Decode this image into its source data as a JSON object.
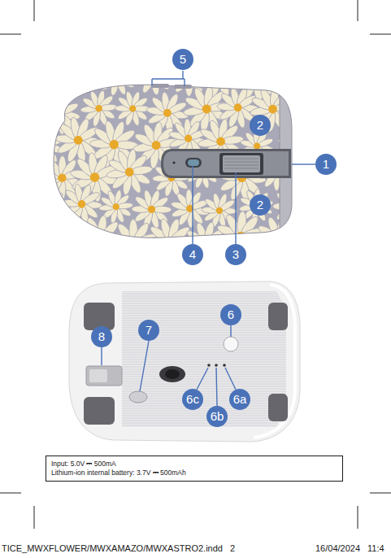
{
  "diagram": {
    "nodes": [
      {
        "text": [
          "5"
        ]
      },
      {
        "text": [
          "2"
        ]
      },
      {
        "text": [
          "1"
        ]
      },
      {
        "text": [
          "2"
        ]
      },
      {
        "text": [
          "4"
        ]
      },
      {
        "text": [
          "3"
        ]
      },
      {
        "text": [
          "6"
        ]
      },
      {
        "text": [
          "8"
        ]
      },
      {
        "text": [
          "7"
        ]
      },
      {
        "text": [
          "6c"
        ]
      },
      {
        "text": [
          "6a"
        ]
      },
      {
        "text": [
          "6b"
        ]
      },
      {
        "text": [
          "Input: 5.0V ⎓ 500mA",
          "Lithium-ion internal battery: 3.7V ⎓ 500mAh"
        ]
      }
    ],
    "edges": [],
    "labels": [
      "TICE_MWXFLOWER/MWXAMAZO/MWXASTRO2.indd",
      "2",
      "16/04/2024",
      "11:4"
    ]
  }
}
